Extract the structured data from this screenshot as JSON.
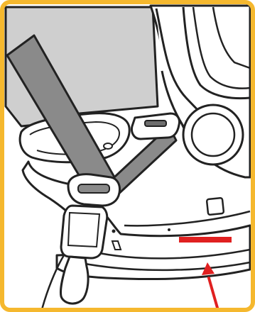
{
  "figure": {
    "kind": "instruction-illustration",
    "colors": {
      "frame_border": "#f5b82e",
      "outline": "#222222",
      "seat_shell": "#ffffff",
      "seat_pad_gray": "#cfcfcf",
      "belt_gray": "#8a8a8a",
      "belt_gray_dark": "#6e6e6e",
      "marker_line": "#e02020",
      "arrow": "#e02020"
    },
    "icons": [
      "vehicle-lap-shoulder-belt",
      "belt-buckle-latch",
      "lock-off-clip",
      "base-indicator-line",
      "direction-arrow"
    ]
  }
}
